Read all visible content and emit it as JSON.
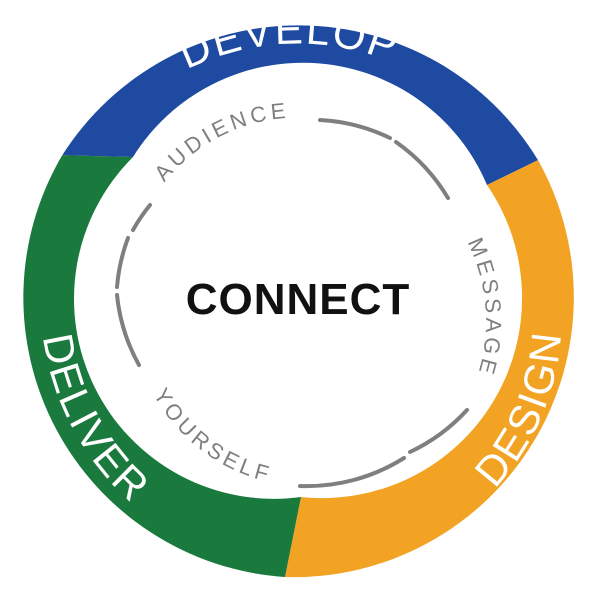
{
  "diagram": {
    "center": "CONNECT",
    "outer_ring": [
      {
        "label": "DEVELOP",
        "color": "#1e4ba1"
      },
      {
        "label": "DESIGN",
        "color": "#f3a324"
      },
      {
        "label": "DELIVER",
        "color": "#1a7a3e"
      }
    ],
    "inner_ring": [
      {
        "label": "AUDIENCE"
      },
      {
        "label": "MESSAGE"
      },
      {
        "label": "YOURSELF"
      }
    ],
    "inner_ring_color": "#7f7f7f"
  }
}
